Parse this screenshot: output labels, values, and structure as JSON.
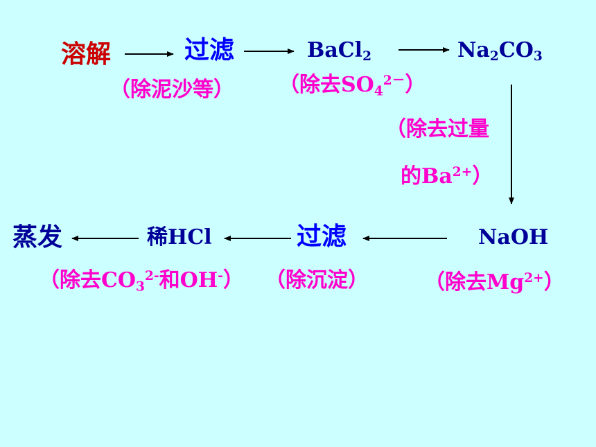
{
  "colors": {
    "background": "#ccffff",
    "step_dark_red": "#cc0000",
    "step_blue": "#0000ff",
    "reagent_navy": "#000099",
    "note_magenta": "#ff00cc",
    "arrow": "#000000"
  },
  "steps": {
    "dissolve": "溶解",
    "filter1": "过滤",
    "bacl2_main": "BaCl",
    "bacl2_sub": "2",
    "na2co3_a": "Na",
    "na2co3_sub1": "2",
    "na2co3_b": "CO",
    "na2co3_sub2": "3",
    "naoh": "NaOH",
    "filter2": "过滤",
    "hcl": "稀HCl",
    "evaporate": "蒸发"
  },
  "notes": {
    "filter1": "（除泥沙等）",
    "bacl2_pre": "（除去SO",
    "bacl2_sub": "4",
    "bacl2_sup": "2－",
    "bacl2_close": "）",
    "na2co3_line1": "（除去过量",
    "na2co3_line2_pre": "的Ba",
    "na2co3_line2_sup": "2+",
    "na2co3_line2_close": "）",
    "naoh_pre": "（除去Mg",
    "naoh_sup": "2+",
    "naoh_close": "）",
    "filter2": "（除沉淀）",
    "hcl_pre": "（除去CO",
    "hcl_sub": "3",
    "hcl_sup": "2-",
    "hcl_mid": "和OH",
    "hcl_sup2": "-",
    "hcl_close": "）"
  }
}
